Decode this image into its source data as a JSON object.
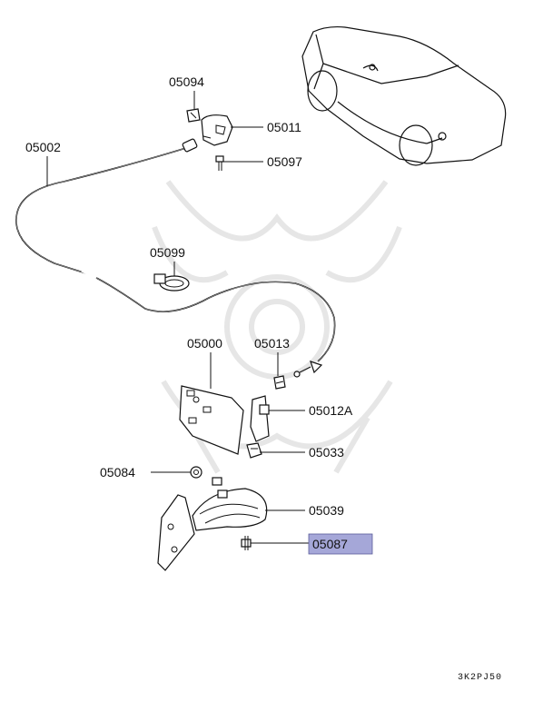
{
  "labels": {
    "p05094": "05094",
    "p05011": "05011",
    "p05002": "05002",
    "p05097": "05097",
    "p05099": "05099",
    "p05000": "05000",
    "p05013": "05013",
    "p05012A": "05012A",
    "p05033": "05033",
    "p05084": "05084",
    "p05039": "05039",
    "p05087": "05087"
  },
  "highlight": {
    "part": "05087",
    "color": "#a5a7d8"
  },
  "diagram_code": "3K2PJ50"
}
